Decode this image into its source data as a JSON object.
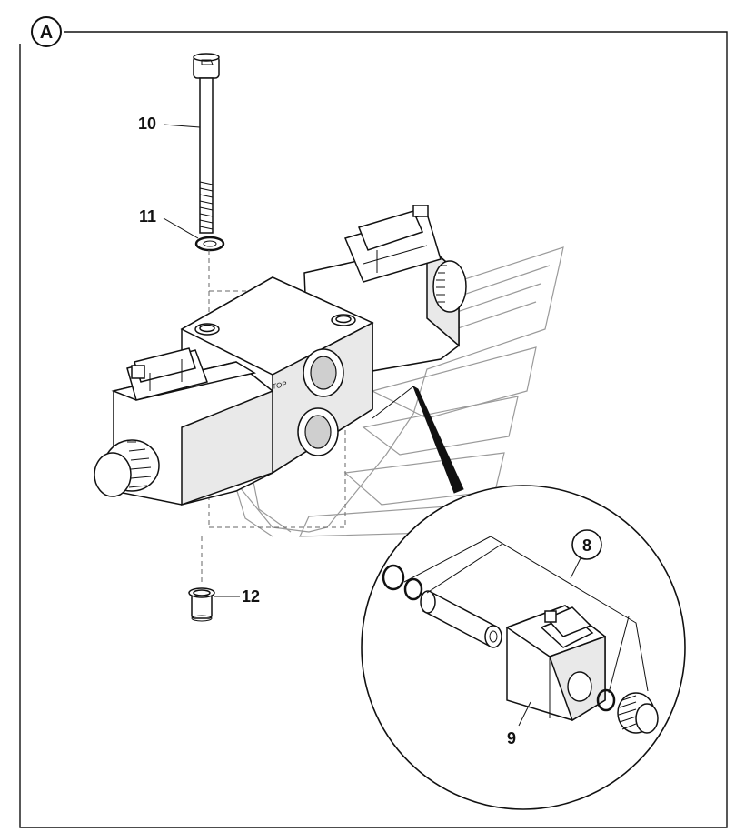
{
  "view_label": "A",
  "callouts": {
    "c10": "10",
    "c11": "11",
    "c12": "12",
    "c8": "8",
    "c9": "9"
  },
  "valve_marking": "TOP",
  "colors": {
    "line": "#111111",
    "background": "#ffffff",
    "watermark": "#9a9a9a"
  }
}
